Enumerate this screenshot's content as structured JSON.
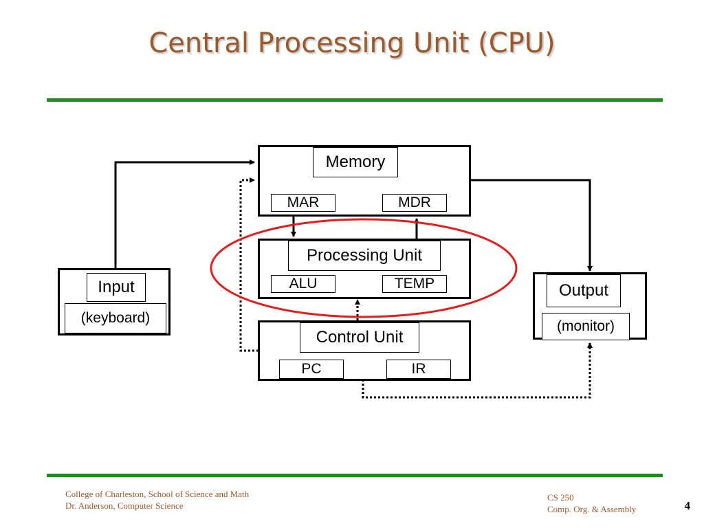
{
  "slide": {
    "title": "Central Processing Unit (CPU)"
  },
  "diagram": {
    "memory": {
      "label": "Memory",
      "mar": "MAR",
      "mdr": "MDR"
    },
    "processing_unit": {
      "label": "Processing Unit",
      "alu": "ALU",
      "temp": "TEMP"
    },
    "control_unit": {
      "label": "Control Unit",
      "pc": "PC",
      "ir": "IR"
    },
    "input": {
      "label": "Input",
      "device": "(keyboard)"
    },
    "output": {
      "label": "Output",
      "device": "(monitor)"
    },
    "colors": {
      "highlight_ellipse": "#e01f1f",
      "rule": "#1e8c1e",
      "footer_text": "#9b5a2c"
    }
  },
  "footer": {
    "left_line1": "College of Charleston, School of Science and Math",
    "left_line2": "Dr. Anderson, Computer Science",
    "right_line1": "CS 250",
    "right_line2": "Comp. Org. & Assembly",
    "page_number": "4"
  }
}
